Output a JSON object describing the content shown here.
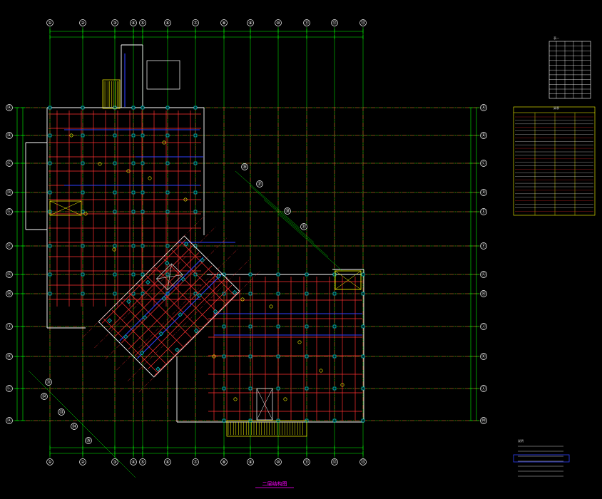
{
  "drawing": {
    "title": "二层结构图",
    "colors": {
      "background": "#000000",
      "gridline": "#ff3030",
      "dimension": "#00ff00",
      "wall": "#ffffff",
      "column": "#00ffff",
      "beam_blue": "#3040ff",
      "annotation": "#ffff00",
      "title": "#ff00ff"
    }
  },
  "grid_labels": {
    "top": [
      "①",
      "②",
      "③",
      "④",
      "⑤",
      "⑥",
      "⑦",
      "⑧",
      "⑨",
      "⑩",
      "⑪",
      "⑫",
      "⑬"
    ],
    "bottom": [
      "①",
      "②",
      "③",
      "④",
      "⑤",
      "⑥",
      "⑦",
      "⑧",
      "⑨",
      "⑩",
      "⑪",
      "⑫",
      "⑬"
    ],
    "left": [
      "Ⓐ",
      "Ⓑ",
      "Ⓒ",
      "Ⓓ",
      "Ⓔ",
      "Ⓕ",
      "Ⓖ",
      "Ⓗ",
      "Ⓙ",
      "Ⓚ",
      "Ⓛ"
    ],
    "right": [
      "Ⓐ",
      "Ⓑ",
      "Ⓒ",
      "Ⓓ",
      "Ⓔ",
      "Ⓕ",
      "Ⓖ",
      "Ⓗ",
      "Ⓙ",
      "Ⓚ",
      "Ⓛ",
      "Ⓜ"
    ],
    "diag": [
      "㉛",
      "㉜",
      "㉝",
      "㉞",
      "㉟",
      "㊱",
      "㊲",
      "㊳"
    ]
  },
  "legend_table_1": {
    "header": "表一"
  },
  "legend_table_2": {
    "header": "梁表"
  },
  "notes": {
    "header": "说明"
  }
}
